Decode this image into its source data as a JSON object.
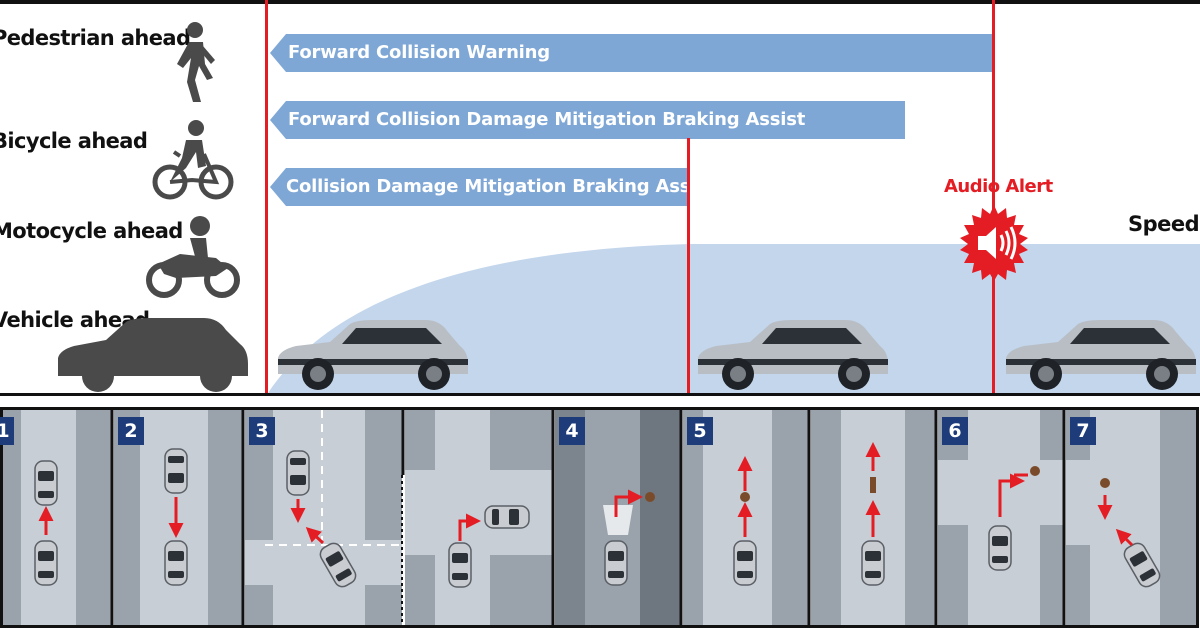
{
  "rows": [
    {
      "label": "Pedestrian ahead",
      "icon": "pedestrian-icon"
    },
    {
      "label": "Bicycle ahead",
      "icon": "bicycle-icon"
    },
    {
      "label": "Motocycle ahead",
      "icon": "motorcycle-icon"
    },
    {
      "label": "Vehicle ahead",
      "icon": "car-icon"
    }
  ],
  "arrows": [
    {
      "label": "Forward Collision Warning"
    },
    {
      "label": "Forward Collision Damage Mitigation Braking Assist"
    },
    {
      "label": "Collision Damage Mitigation Braking Assist"
    }
  ],
  "audio_alert": {
    "label": "Audio Alert",
    "icon": "speaker-icon"
  },
  "speed_label": "Speed",
  "colors": {
    "arrow": "#7ea7d6",
    "speed_area": "#c3d6ec",
    "marker_line": "#e41d24",
    "number_badge": "#1e3c7a",
    "car_body": "#b9bec5"
  },
  "scenarios": [
    "1",
    "2",
    "3",
    "4",
    "5",
    "6",
    "7"
  ]
}
